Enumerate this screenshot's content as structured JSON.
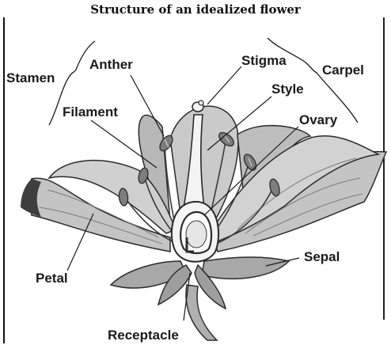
{
  "title": "Structure of an idealized flower",
  "labels": {
    "stamen": "Stamen",
    "anther": "Anther",
    "filament": "Filament",
    "stigma": "Stigma",
    "style": "Style",
    "carpel": "Carpel",
    "ovary": "Ovary",
    "petal": "Petal",
    "sepal": "Sepal",
    "receptacle": "Receptacle"
  },
  "colors": {
    "petal_fill": "#c4c4c4",
    "petal_dark": "#8a8a8a",
    "petal_shadow": "#3e3e3e",
    "outline": "#2b2b2b",
    "pistil_fill": "#f4f4f4",
    "anther_fill": "#7d7d7d",
    "leader": "#1a1a1a"
  }
}
